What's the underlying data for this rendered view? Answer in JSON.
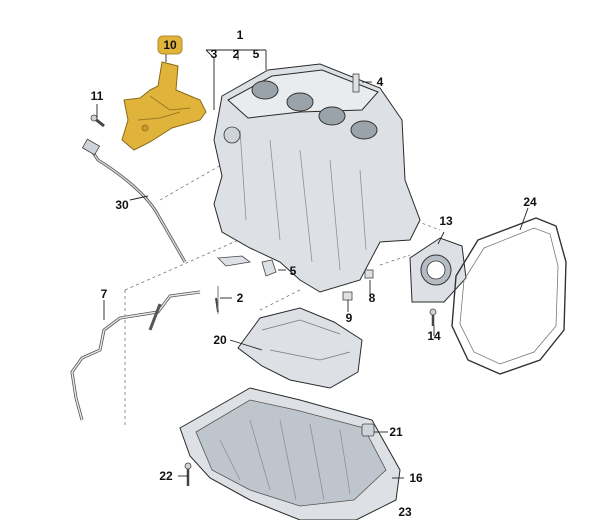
{
  "diagram": {
    "type": "exploded-parts-diagram",
    "highlight_color": "#e0b43a",
    "part_fill_color": "#dde1e6",
    "outline_color": "#2a2a2a",
    "callouts": {
      "c1": "1",
      "c2": "2",
      "c3": "3",
      "c4": "4",
      "c5": "5",
      "c7": "7",
      "c8": "8",
      "c9": "9",
      "c10": "10",
      "c11": "11",
      "c13": "13",
      "c14": "14",
      "c16": "16",
      "c20": "20",
      "c21": "21",
      "c22": "22",
      "c23": "23",
      "c24": "24",
      "c30": "30",
      "c2_small": "2",
      "c5_small": "5",
      "c2_block": "2"
    }
  }
}
